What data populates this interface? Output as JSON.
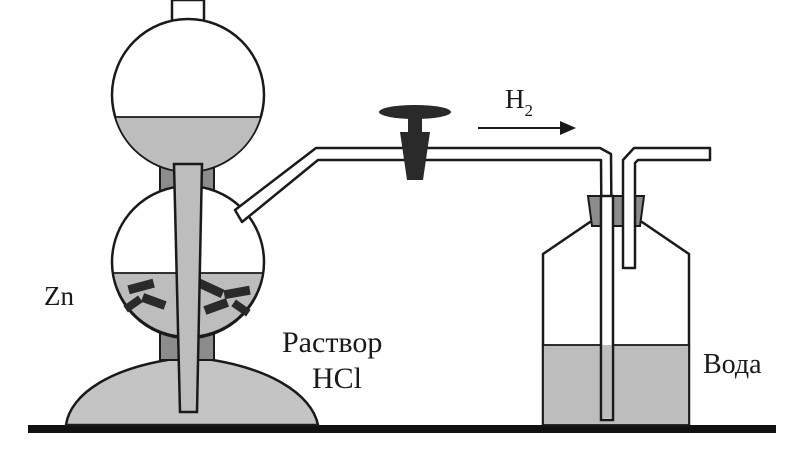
{
  "labels": {
    "gas_main": "H",
    "gas_sub": "2",
    "metal": "Zn",
    "solution_line1": "Раствор",
    "solution_line2": "HCl",
    "water": "Вода"
  },
  "colors": {
    "stroke": "#1a1a1a",
    "liquid": "#bdbdbd",
    "stopper": "#8c8c8c",
    "stand": "#c4c4c4",
    "zinc": "#2a2a2a",
    "table": "#111111"
  }
}
